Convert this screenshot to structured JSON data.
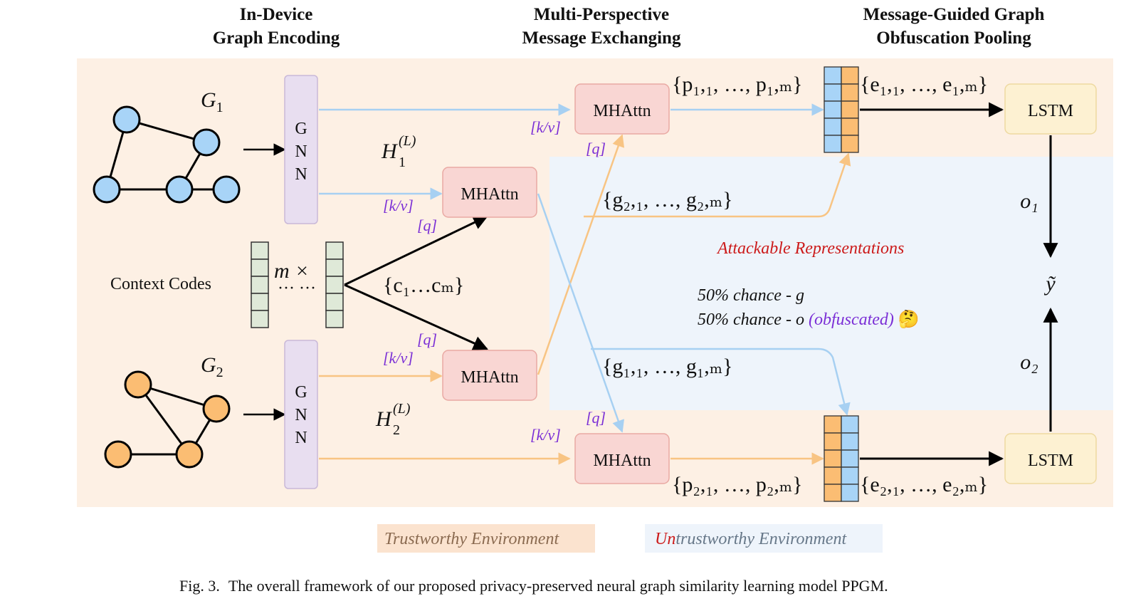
{
  "headers": {
    "col1_line1": "In-Device",
    "col1_line2": "Graph Encoding",
    "col2_line1": "Multi-Perspective",
    "col2_line2": "Message Exchanging",
    "col3_line1": "Message-Guided Graph",
    "col3_line2": "Obfuscation Pooling"
  },
  "graphs": {
    "g1_label": "G",
    "g1_sub": "1",
    "g2_label": "G",
    "g2_sub": "2"
  },
  "gnn": {
    "g": "G",
    "n1": "N",
    "n2": "N"
  },
  "hidden": {
    "h1": "H",
    "h1_sub": "1",
    "h1_sup": "(L)",
    "h2": "H",
    "h2_sub": "2",
    "h2_sup": "(L)"
  },
  "context": {
    "label": "Context Codes",
    "m_times": "m ×",
    "dots": "··· ···",
    "codes_set": "{c₁…cₘ}"
  },
  "mhattn_label": "MHAttn",
  "lstm_label": "LSTM",
  "tags": {
    "kv": "[k/v]",
    "q": "[q]"
  },
  "sets": {
    "p1": "{p₁,₁, …, p₁,ₘ}",
    "e1": "{e₁,₁, …, e₁,ₘ}",
    "g2": "{g₂,₁, …, g₂,ₘ}",
    "g1": "{g₁,₁, …, g₁,ₘ}",
    "p2": "{p₂,₁, …, p₂,ₘ}",
    "e2": "{e₂,₁, …, e₂,ₘ}"
  },
  "outputs": {
    "o1": "o₁",
    "o2": "o₂",
    "y": "ỹ"
  },
  "attack": {
    "title": "Attackable Representations",
    "line1": "50% chance - g",
    "line2_prefix": "50% chance - o ",
    "line2_obf": "(obfuscated)",
    "emoji": "🤔"
  },
  "legend": {
    "trust": "Trustworthy Environment",
    "untrust_red": "Un",
    "untrust_rest": "trustworthy Environment"
  },
  "caption": {
    "fig": "Fig. 3.",
    "text": "The overall framework of our proposed privacy-preserved neural graph similarity learning model PPGM."
  },
  "colors": {
    "trust_bg": "#fdf0e4",
    "untrust_bg": "#eef4fb",
    "blue_node": "#a8d4f7",
    "orange_node": "#fbbd73",
    "blue_arrow": "#a7d0f2",
    "orange_arrow": "#f8c483",
    "purple_text": "#7b2fd6",
    "red_text": "#cc1b1b",
    "gnn_fill": "#e8def0",
    "mhattn_fill": "#f9d6d3",
    "lstm_fill": "#fdf1d2",
    "code_fill": "#dfe9d8"
  }
}
